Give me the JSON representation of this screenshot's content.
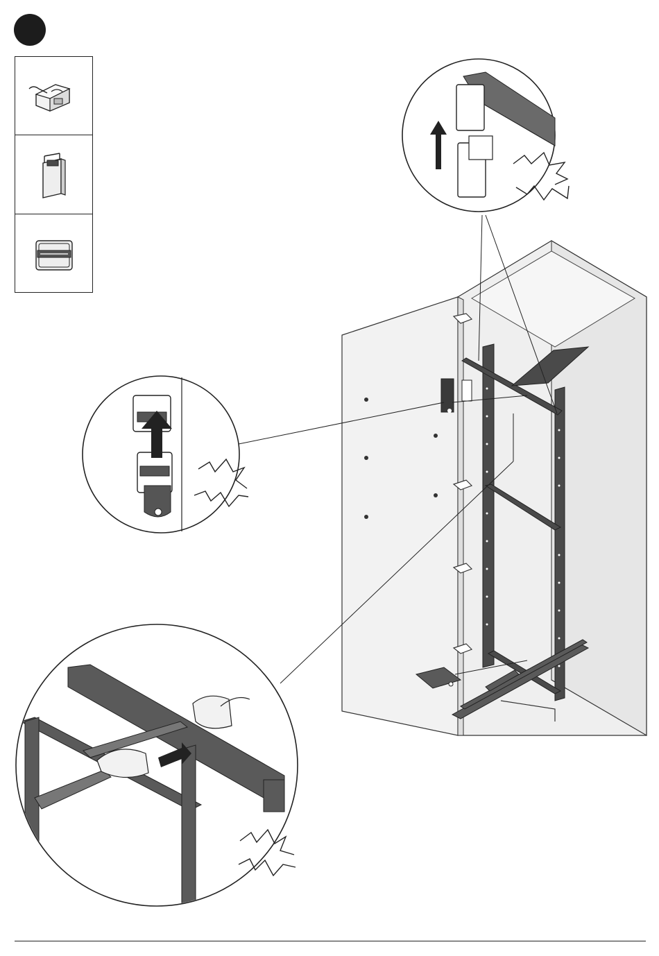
{
  "step": {
    "number": ""
  },
  "parts": [
    {
      "icon": "hinge-bracket-part-icon"
    },
    {
      "icon": "door-clip-plate-part-icon"
    },
    {
      "icon": "mounting-plate-part-icon"
    }
  ],
  "details": [
    {
      "icon": "top-clip-detail-icon",
      "action": "slide-up"
    },
    {
      "icon": "door-bracket-detail-icon",
      "action": "slide-up"
    },
    {
      "icon": "bottom-bracket-detail-icon",
      "action": "pull-out"
    }
  ],
  "colors": {
    "ink": "#1c1c1c",
    "frame": "#4a4a4a",
    "panel": "#ececec",
    "panel_side": "#e2e2e2",
    "arrow": "#222222"
  }
}
